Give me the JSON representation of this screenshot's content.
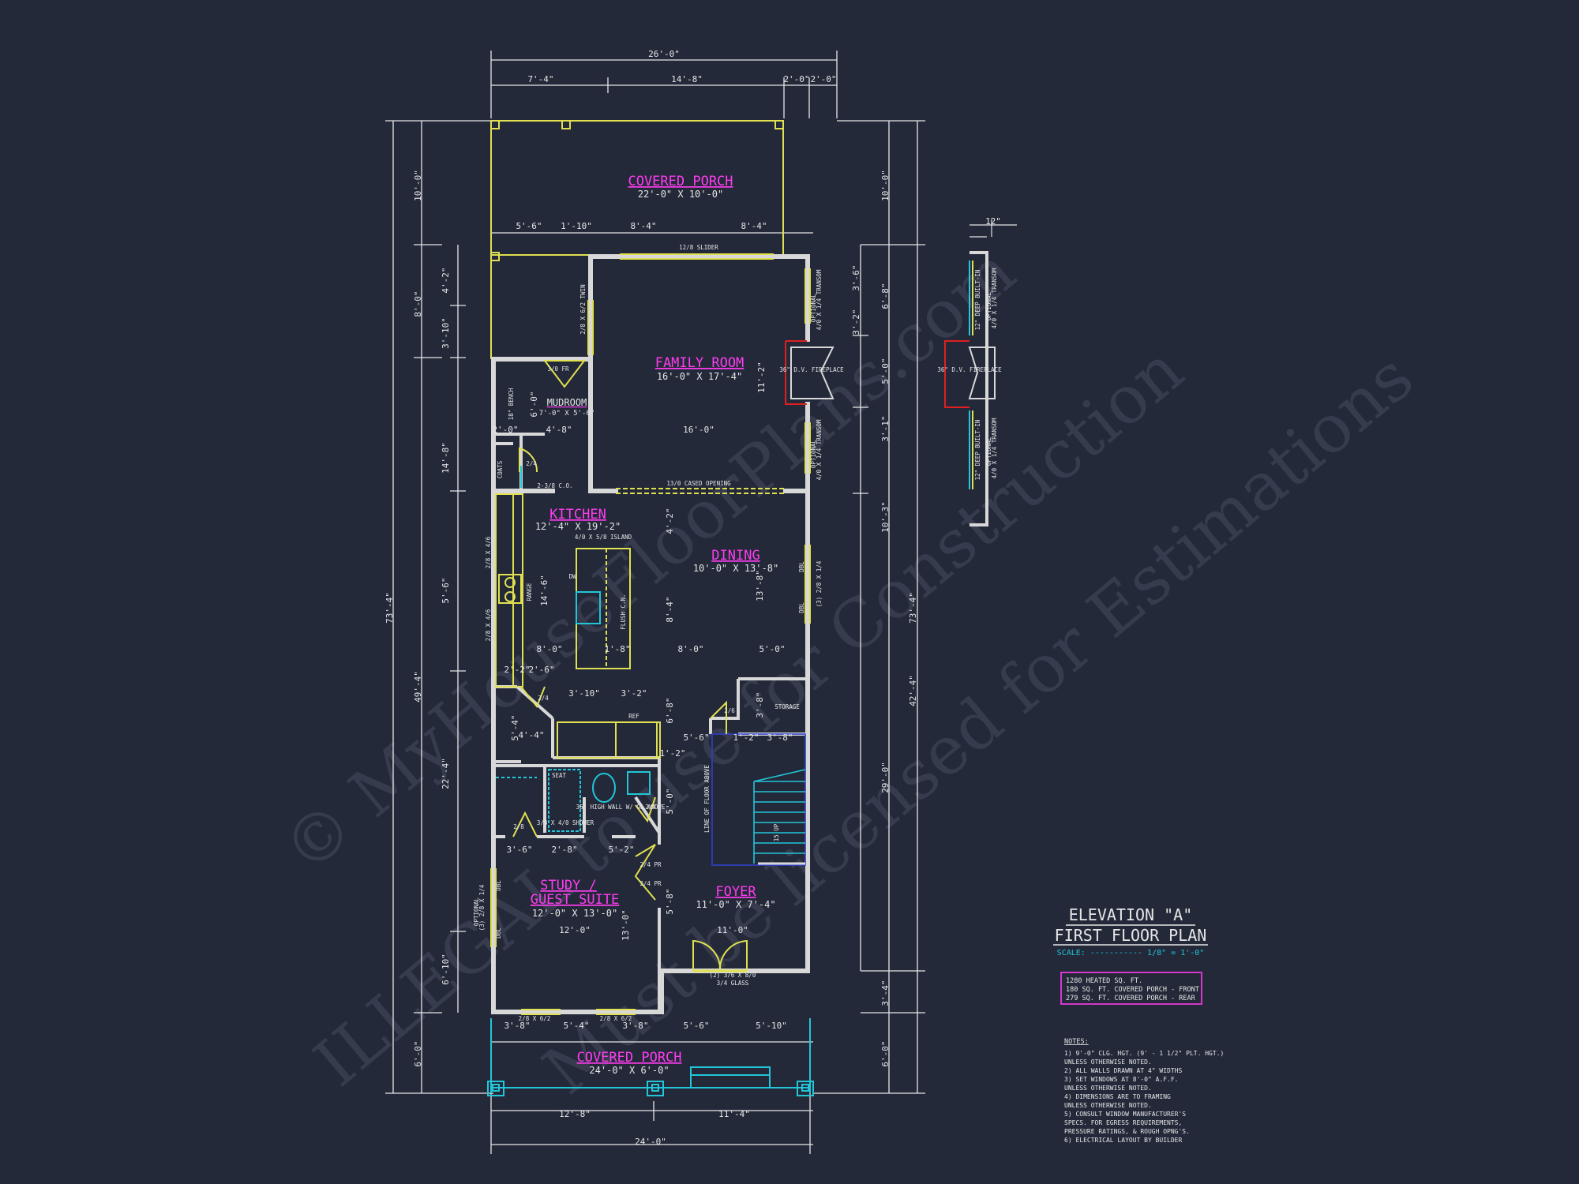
{
  "colors": {
    "background": "#232939",
    "wall": "#d8d8d8",
    "dim": "#e6e6e6",
    "room_label": "#ff3cf0",
    "accent_yellow": "#e0e050",
    "accent_cyan": "#22c6d8",
    "accent_blue": "#3040c8",
    "accent_red": "#e02020",
    "watermark": "#8f94a8"
  },
  "watermark": {
    "line1": "© MyHouseFloorPlans.com",
    "line2": "ILLEGAL to use for Construction",
    "line3": "Must be licensed for Estimations"
  },
  "title_block": {
    "elevation": "ELEVATION \"A\"",
    "plan_name": "FIRST FLOOR PLAN",
    "scale": "SCALE: ----------- 1/8\" = 1'-0\""
  },
  "areas": [
    "1280 HEATED SQ. FT.",
    "180 SQ. FT. COVERED PORCH - FRONT",
    "279 SQ. FT. COVERED PORCH - REAR"
  ],
  "notes": {
    "heading": "NOTES:",
    "items": [
      "1)  9'-0\" CLG. HGT. (9' - 1 1/2\" PLT. HGT.)",
      "     UNLESS OTHERWISE NOTED.",
      "2)  ALL WALLS DRAWN AT 4\" WIDTHS",
      "3)  SET WINDOWS AT 8'-0\" A.F.F.",
      "     UNLESS OTHERWISE NOTED.",
      "4)  DIMENSIONS ARE TO FRAMING",
      "     UNLESS OTHERWISE NOTED.",
      "5)  CONSULT WINDOW MANUFACTURER'S",
      "     SPECS. FOR EGRESS REQUIREMENTS,",
      "     PRESSURE RATINGS, & ROUGH OPNG'S.",
      "6)  ELECTRICAL LAYOUT BY BUILDER"
    ]
  },
  "rooms": {
    "rear_porch": {
      "name": "COVERED PORCH",
      "size": "22'-0\" X 10'-0\""
    },
    "family_room": {
      "name": "FAMILY ROOM",
      "size": "16'-0\" X 17'-4\""
    },
    "mudroom": {
      "name": "MUDROOM",
      "size": "7'-0\" X 5'-6\""
    },
    "kitchen": {
      "name": "KITCHEN",
      "size": "12'-4\" X 19'-2\""
    },
    "dining": {
      "name": "DINING",
      "size": "10'-0\" X 13'-8\""
    },
    "study": {
      "name1": "STUDY /",
      "name2": "GUEST SUITE",
      "size": "12'-0\" X 13'-0\""
    },
    "foyer": {
      "name": "FOYER",
      "size": "11'-0\" X 7'-4\""
    },
    "front_porch": {
      "name": "COVERED PORCH",
      "size": "24'-0\" X 6'-0\""
    }
  },
  "notes_on_plan": {
    "slider": "12/8 SLIDER",
    "cased_opening": "13/0 CASED OPENING",
    "cased_opening_small": "2-3/8 C.O.",
    "twin_window": "2/8 X 6/2 TWIN",
    "fireplace": "36\" D.V. FIREPLACE",
    "bench": "18\" BENCH",
    "coats": "COATS",
    "fr_door": "3/0 FR",
    "island": "4/0 X 5/8 ISLAND",
    "range": "RANGE",
    "dw": "DW",
    "flush_cn": "FLUSH C.N.",
    "ref": "REF",
    "storage": "STORAGE",
    "seat": "SEAT",
    "shower": "3/8 X 4/0 SHOWER",
    "glass_wall": "36\" HIGH WALL W/ GL ABOVE",
    "line_floor_above": "LINE OF FLOOR ABOVE",
    "stairs_up": "15 UP",
    "pr_door_1": "2/4 PR",
    "pr_door_2": "2/4 PR",
    "entry_door_1": "(2) 3/6 X 8/0",
    "entry_door_2": "3/4 GLASS",
    "front_window": "2/8 X 6/2",
    "built_in": "12\" DEEP BUILT-IN",
    "transom": "4/0 X 1/4 TRANSOM",
    "optional": "OPTIONAL",
    "dbl_window": "(3) 2/8 X 1/4",
    "door_24": "2/4",
    "door_26": "2/6",
    "door_28": "2/8",
    "dbl": "DBL",
    "x48": "2/8 X 4/6"
  },
  "dimensions": {
    "top_overall": "26'-0\"",
    "top_segments": [
      "7'-4\"",
      "14'-8\"",
      "2'-0\"",
      "2'-0\""
    ],
    "rear_segments": [
      "5'-6\"",
      "1'-10\"",
      "8'-4\"",
      "8'-4\""
    ],
    "left_overall": "73'-4\"",
    "left_segments": [
      "10'-0\"",
      "8'-0\"",
      "49'-4\"",
      "6'-0\""
    ],
    "left_inner": [
      "4'-2\"",
      "3'-10\"",
      "14'-8\"",
      "5'-6\"",
      "22'-4\"",
      "6'-10\""
    ],
    "right_overall": "73'-4\"",
    "right_segments": [
      "10'-0\"",
      "6'-8\"",
      "5'-0\"",
      "3'-1\"",
      "10'-3\"",
      "42'-4\"",
      "29'-0\"",
      "3'-4\"",
      "6'-0\""
    ],
    "right_inner": [
      "3'-6\"",
      "3'-2\"",
      "11'-2\""
    ],
    "interior": [
      "2'-0\"",
      "4'-8\"",
      "16'-0\"",
      "6'-0\"",
      "8'-0\"",
      "1'-8\"",
      "8'-0\"",
      "5'-0\"",
      "2'-2\"",
      "2'-6\"",
      "3'-10\"",
      "3'-2\"",
      "5'-4\"",
      "4'-4\"",
      "6'-8\"",
      "5'-6\"",
      "3'-8\"",
      "3'-8\"",
      "5'-0\"",
      "3'-6\"",
      "2'-8\"",
      "5'-2\"",
      "12'-0\"",
      "13'-0\"",
      "11'-0\"",
      "5'-8\"",
      "14'-6\"",
      "8'-4\"",
      "13'-8\"",
      "4'-2\"",
      "1'-2\"",
      "1'-2\""
    ],
    "bottom_segments": [
      "3'-8\"",
      "5'-4\"",
      "3'-8\"",
      "5'-6\"",
      "5'-10\""
    ],
    "bottom_lower": [
      "12'-8\"",
      "11'-4\""
    ],
    "bottom_overall": "24'-0\"",
    "detail_top": "12\""
  }
}
